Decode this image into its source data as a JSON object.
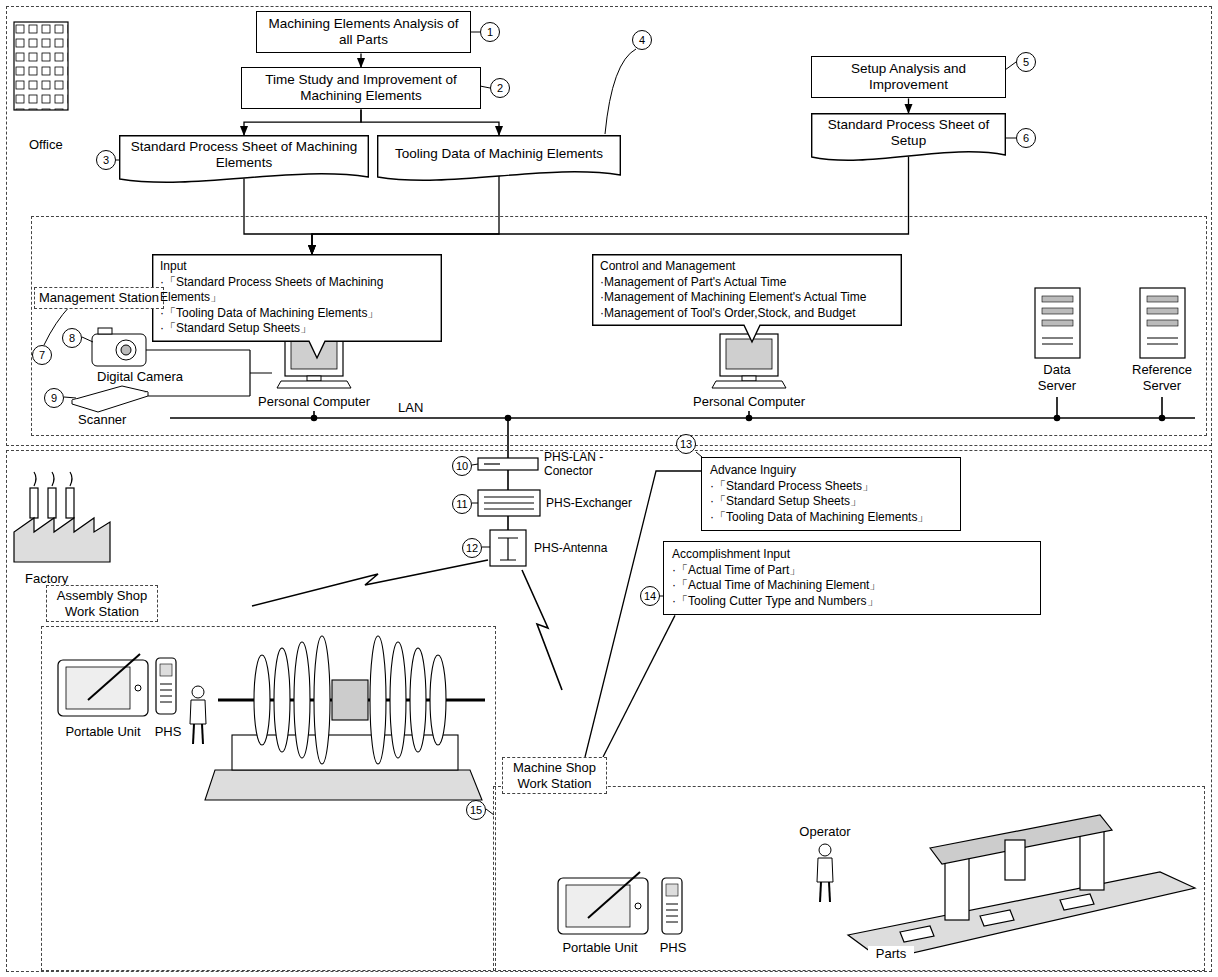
{
  "diagram": {
    "nodes": [
      {
        "text": [
          "Office"
        ]
      },
      {
        "text": [
          "Machining Elements Analysis of all Parts"
        ],
        "in": 0
      },
      {
        "text": [
          "Time Study and Improvement of Machining Elements"
        ],
        "in": 0
      },
      {
        "text": [
          "Standard Process Sheet of Machining Elements"
        ],
        "in": 0
      },
      {
        "text": [
          "Tooling Data of Machinig Elements"
        ],
        "in": 0
      },
      {
        "text": [
          "Setup Analysis and Improvement"
        ],
        "in": 0
      },
      {
        "text": [
          "Standard Process Sheet of Setup"
        ],
        "in": 0
      },
      {
        "text": [
          "Management Station"
        ],
        "in": 0
      },
      {
        "text": [
          "Input",
          "·「Standard Process Sheets of Machining Elements」",
          "·「Tooling Data of Machining Elements」",
          "·「Standard Setup Sheets」"
        ],
        "in": 7
      },
      {
        "text": [
          "Control and Management",
          "·Management of Part's Actual Time",
          "·Management of Machining Element's Actual Time",
          "·Management of Tool's Order,Stock, and Budget"
        ],
        "in": 7
      },
      {
        "text": [
          "Factory"
        ]
      },
      {
        "text": [
          "Assembly Shop Work Station"
        ],
        "in": 10
      },
      {
        "text": [
          "Machine Shop Work Station"
        ],
        "in": 10
      },
      {
        "text": [
          "Advance Inguiry",
          "·「Standard Process Sheets」",
          "·「Standard Setup Sheets」",
          "·「Tooling Data of Machining Elements」"
        ],
        "in": 10
      },
      {
        "text": [
          "Accomplishment Input",
          "·「Actual Time of Part」",
          "·「Actual Time of Machining Element」",
          "·「Tooling Cutter Type and Numbers」"
        ],
        "in": 10
      }
    ],
    "edges": [
      {
        "from": 1,
        "to": 2,
        "arrow": "to"
      },
      {
        "from": 2,
        "to": 3,
        "arrow": "to"
      },
      {
        "from": 2,
        "to": 4,
        "arrow": "to"
      },
      {
        "from": 5,
        "to": 6,
        "arrow": "to"
      },
      {
        "from": 3,
        "to": 8,
        "arrow": "to"
      },
      {
        "from": 4,
        "to": 8,
        "arrow": "to"
      },
      {
        "from": 6,
        "to": 8,
        "arrow": "to"
      },
      {
        "from": 13,
        "to": 12,
        "arrow": "none"
      },
      {
        "from": 14,
        "to": 12,
        "arrow": "none"
      }
    ],
    "labels": [
      "1",
      "2",
      "3",
      "4",
      "5",
      "6",
      "7",
      "8",
      "9",
      "Digital Camera",
      "Scanner",
      "Personal Computer",
      "Personal Computer",
      "LAN",
      "Data Server",
      "Reference Server",
      "10",
      "11",
      "12",
      "13",
      "14",
      "15",
      "PHS-LAN -Conector",
      "PHS-Exchanger",
      "PHS-Antenna",
      "Portable Unit",
      "PHS",
      "Portable Unit",
      "PHS",
      "Operator",
      "Parts"
    ]
  }
}
